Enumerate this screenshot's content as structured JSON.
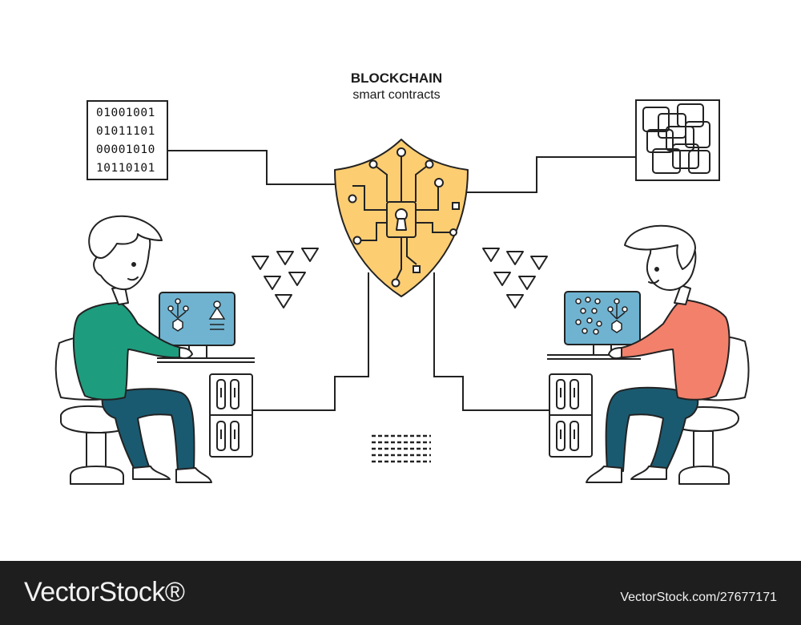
{
  "title": "BLOCKCHAIN",
  "subtitle": "smart contracts",
  "binary_lines": [
    "01001001",
    "01011101",
    "00001010",
    "10110101"
  ],
  "footer": {
    "brand": "VectorStock®",
    "url": "VectorStock.com/27677171"
  },
  "colors": {
    "shield": "#FDCD72",
    "monitor": "#6FB3D1",
    "left_shirt": "#1E9C7E",
    "right_shirt": "#F2806B",
    "pants": "#1A5A70",
    "outline": "#222222",
    "footer_bg": "#1E1E1F"
  },
  "icons": [
    "shield-icon",
    "keyhole-icon",
    "circuit-icon",
    "chain-blocks-icon",
    "monitor-icon",
    "server-icon",
    "chair-icon",
    "person-icon",
    "triangle-icon"
  ]
}
